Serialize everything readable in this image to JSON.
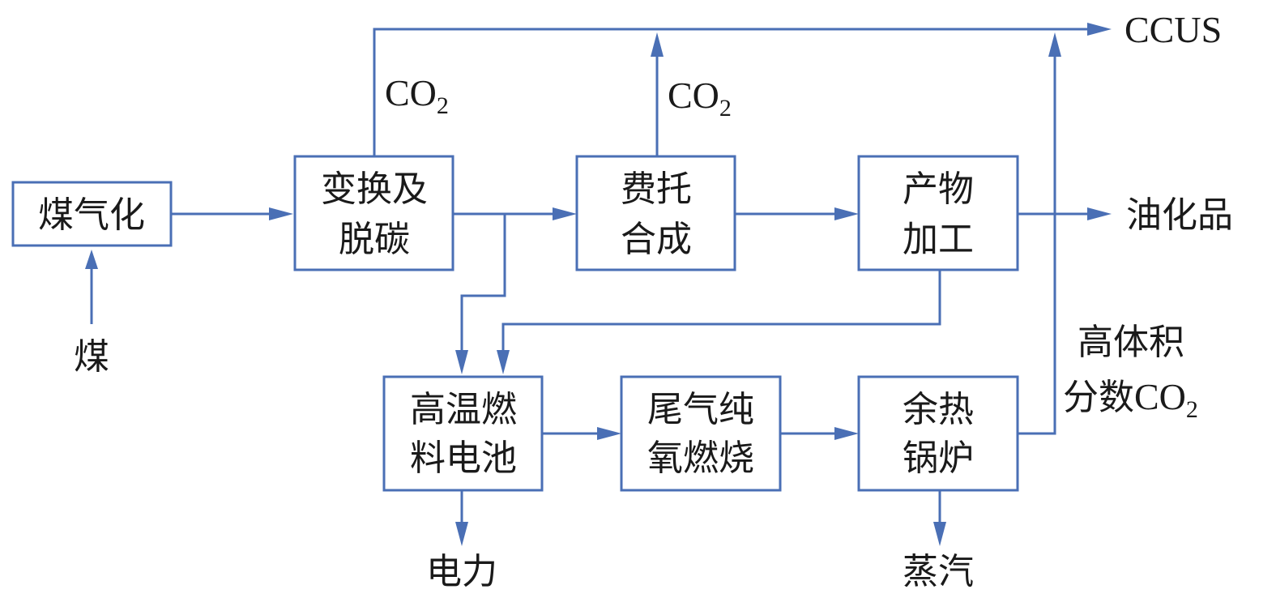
{
  "diagram": {
    "colors": {
      "line": "#4a6fb5",
      "box_fill": "#ffffff",
      "text": "#1a1a1a"
    },
    "nodes": {
      "coal_gasification": {
        "lines": [
          "煤气化"
        ]
      },
      "shift_decarb": {
        "lines": [
          "变换及",
          "脱碳"
        ]
      },
      "ft_synthesis": {
        "lines": [
          "费托",
          "合成"
        ]
      },
      "product_processing": {
        "lines": [
          "产物",
          "加工"
        ]
      },
      "fuel_cell": {
        "lines": [
          "高温燃",
          "料电池"
        ]
      },
      "oxyfuel": {
        "lines": [
          "尾气纯",
          "氧燃烧"
        ]
      },
      "waste_heat_boiler": {
        "lines": [
          "余热",
          "锅炉"
        ]
      }
    },
    "labels": {
      "coal": "煤",
      "co2_main": "CO",
      "co2_sub": "2",
      "ccus": "CCUS",
      "oil_chem": "油化品",
      "electricity": "电力",
      "steam": "蒸汽",
      "high_co2_line1": "高体积",
      "high_co2_line2_prefix": "分数",
      "high_co2_line2_co": "CO",
      "high_co2_line2_sub": "2"
    },
    "edges": [
      {
        "from": "coal",
        "to": "coal_gasification"
      },
      {
        "from": "coal_gasification",
        "to": "shift_decarb"
      },
      {
        "from": "shift_decarb",
        "to": "ft_synthesis"
      },
      {
        "from": "shift_decarb",
        "to": "fuel_cell"
      },
      {
        "from": "shift_decarb",
        "to": "ccus",
        "label": "CO2"
      },
      {
        "from": "ft_synthesis",
        "to": "ccus",
        "label": "CO2"
      },
      {
        "from": "ft_synthesis",
        "to": "product_processing"
      },
      {
        "from": "product_processing",
        "to": "oil_chem"
      },
      {
        "from": "product_processing",
        "to": "fuel_cell"
      },
      {
        "from": "fuel_cell",
        "to": "oxyfuel"
      },
      {
        "from": "fuel_cell",
        "to": "electricity"
      },
      {
        "from": "oxyfuel",
        "to": "waste_heat_boiler"
      },
      {
        "from": "waste_heat_boiler",
        "to": "steam"
      },
      {
        "from": "waste_heat_boiler",
        "to": "ccus",
        "label": "高体积分数CO2"
      }
    ]
  }
}
